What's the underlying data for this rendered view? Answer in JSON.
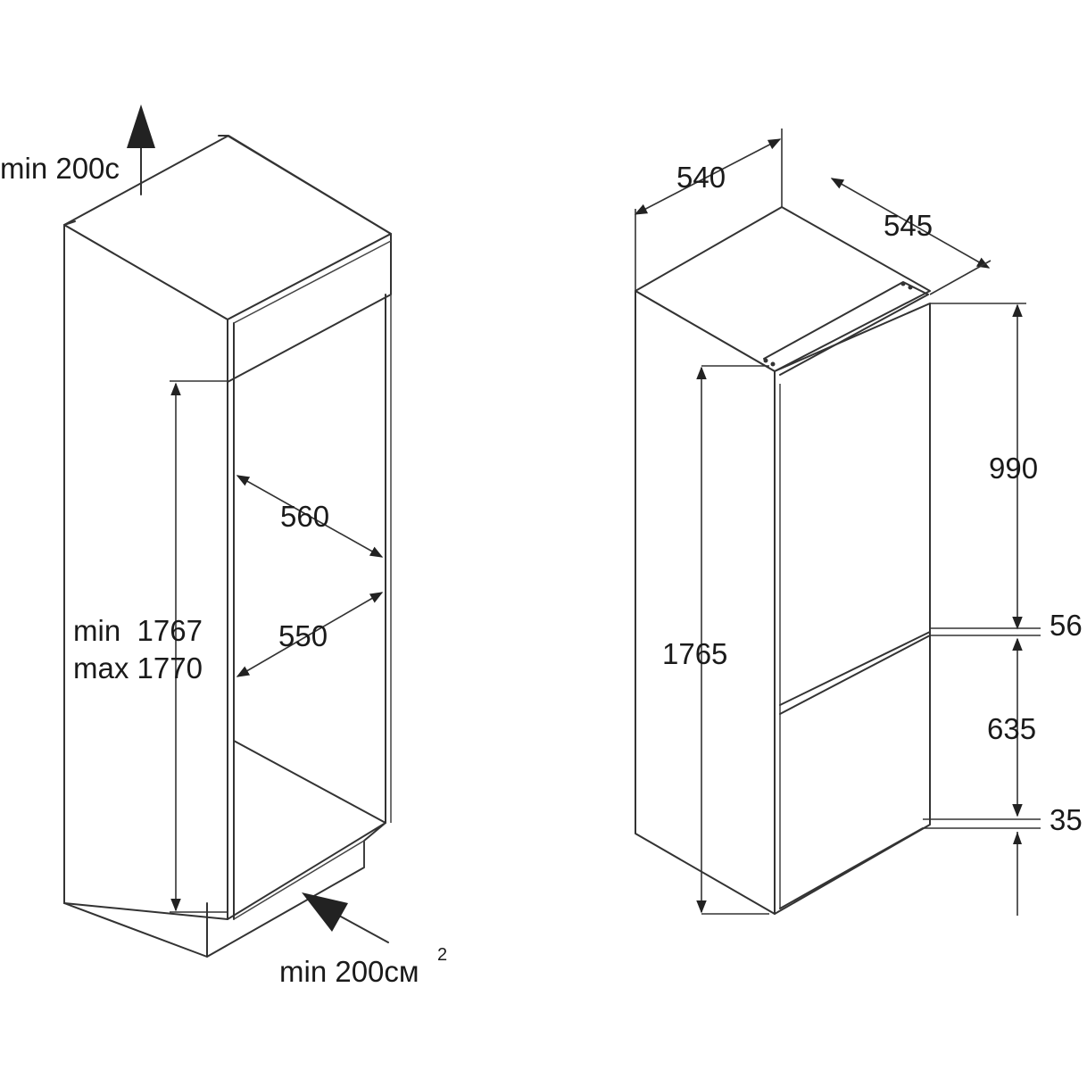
{
  "niche": {
    "top_ventilation_label": "min 200c",
    "depth_label": "560",
    "width_label": "550",
    "height_min_label": "min  1767",
    "height_max_label": "max 1770",
    "bottom_ventilation_label": "min 200cм",
    "bottom_ventilation_superscript": "2"
  },
  "appliance": {
    "width_label": "540",
    "depth_label": "545",
    "height_label": "1765",
    "upper_door_label": "990",
    "gap_label": "56",
    "lower_door_label": "635",
    "bottom_label": "35"
  },
  "colors": {
    "line": "#333333",
    "background": "#ffffff"
  }
}
